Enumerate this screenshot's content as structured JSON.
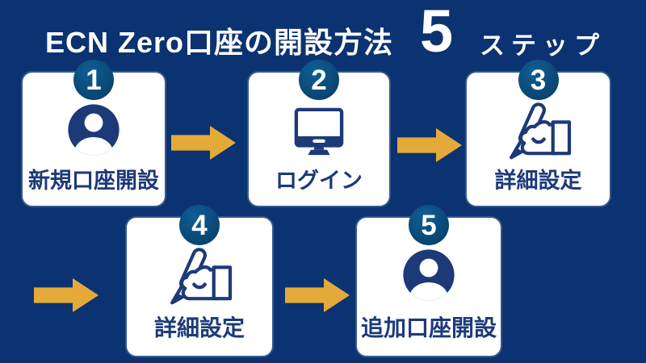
{
  "title": {
    "main": "ECN Zero口座の開設方法",
    "count": "5",
    "suffix": "ステップ"
  },
  "steps": [
    {
      "number": "1",
      "label": "新規口座開設",
      "icon": "user-icon"
    },
    {
      "number": "2",
      "label": "ログイン",
      "icon": "monitor-icon"
    },
    {
      "number": "3",
      "label": "詳細設定",
      "icon": "writing-hand-icon"
    },
    {
      "number": "4",
      "label": "詳細設定",
      "icon": "writing-hand-icon"
    },
    {
      "number": "5",
      "label": "追加口座開設",
      "icon": "user-icon"
    }
  ],
  "colors": {
    "background": "#0C3371",
    "card": "#FFFFFF",
    "badge": "#0A4B7B",
    "navy": "#1D3A78",
    "arrow": "#E3AA3A",
    "title_text": "#FFFFFF"
  }
}
